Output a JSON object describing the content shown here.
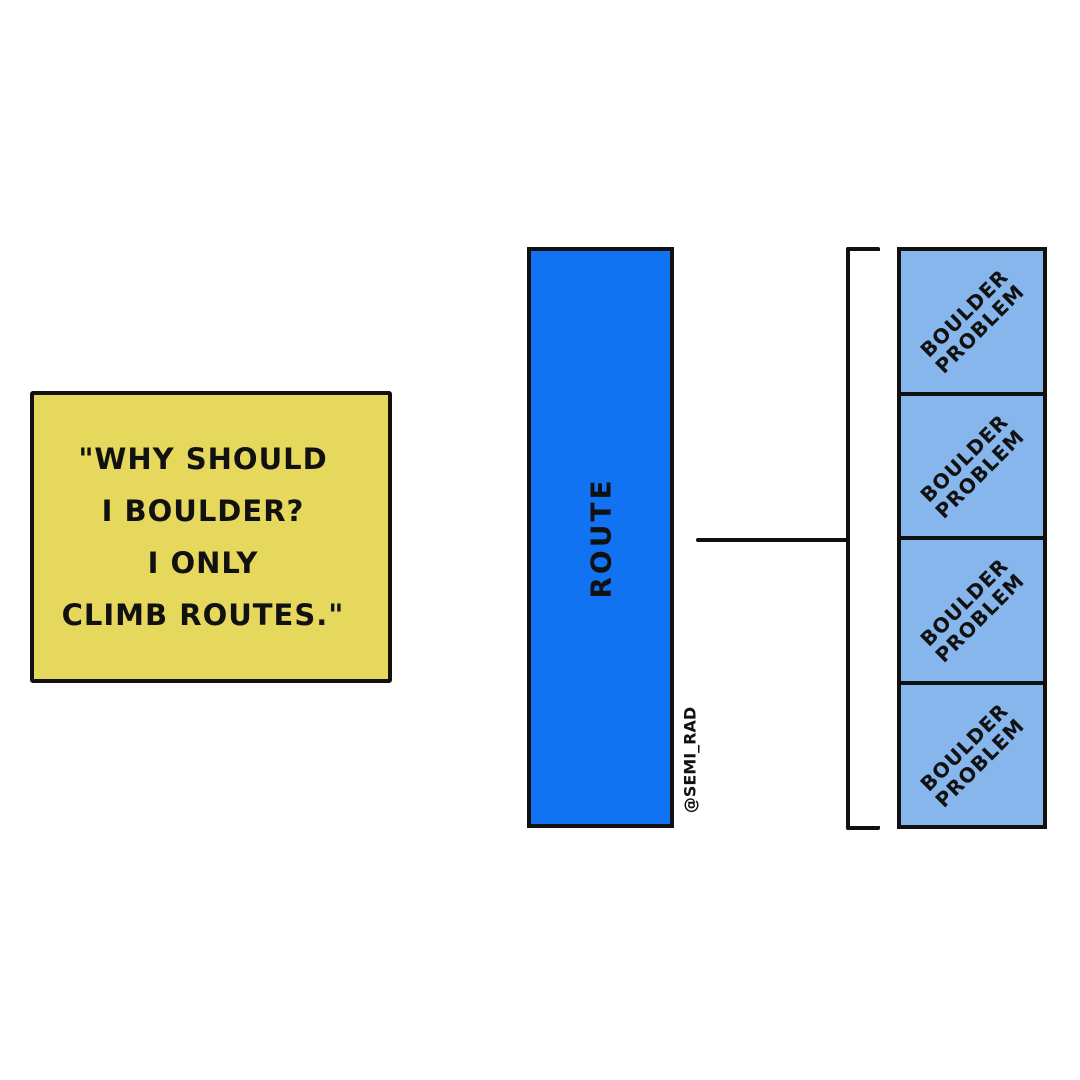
{
  "quote": {
    "lines": [
      "\"WHY SHOULD",
      "I  BOULDER?",
      "I ONLY",
      "CLIMB ROUTES.\""
    ]
  },
  "route": {
    "label": "ROUTE"
  },
  "credit": "@SEMI_RAD",
  "boulder_problems": [
    {
      "line1": "BOULDER",
      "line2": "PROBLEM"
    },
    {
      "line1": "BOULDER",
      "line2": "PROBLEM"
    },
    {
      "line1": "BOULDER",
      "line2": "PROBLEM"
    },
    {
      "line1": "BOULDER",
      "line2": "PROBLEM"
    }
  ],
  "colors": {
    "quote_card": "#e6d75d",
    "route": "#1273f2",
    "boulder_problem": "#86b6ec",
    "outline": "#111111"
  }
}
